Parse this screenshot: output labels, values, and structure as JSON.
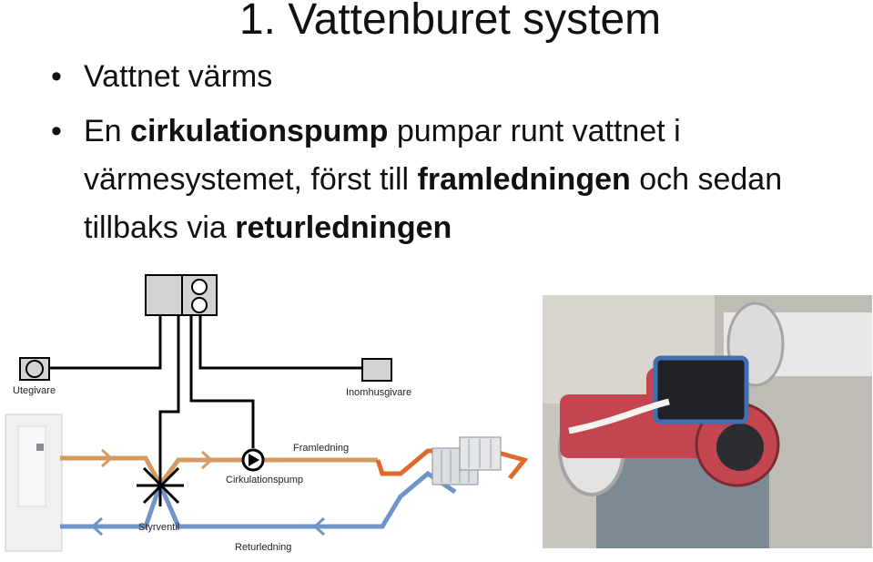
{
  "slide": {
    "title": "1. Vattenburet system",
    "bullet_symbol": "•",
    "bullet1": "Vattnet värms",
    "bullet2": {
      "t1": "En ",
      "b1": "cirkulationspump",
      "t2": " pumpar runt vattnet i värmesystemet, först till ",
      "b2": "framledningen",
      "t3": " och sedan tillbaks via ",
      "b3": "returledningen"
    }
  },
  "diagram": {
    "labels": {
      "utegivare": "Utegivare",
      "inomhusgivare": "Inomhusgivare",
      "framledning": "Framledning",
      "cirkulationspump": "Cirkulationspump",
      "styrventil": "Styrventil",
      "returledning": "Returledning"
    },
    "colors": {
      "supply_pipe": "#d59a62",
      "return_pipe": "#6f94c8",
      "radiator_supply": "#e06a2c",
      "control_wire": "#000000"
    }
  },
  "photo": {
    "subject": "circulation-pump-photo",
    "pump_color": "#c2454f"
  }
}
